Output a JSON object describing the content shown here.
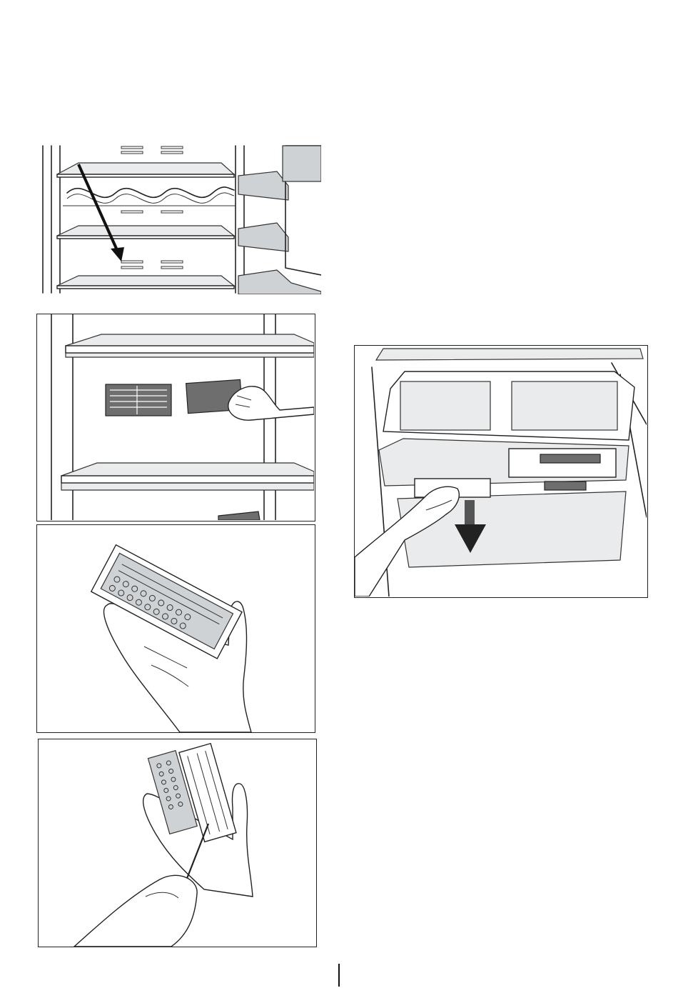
{
  "document": {
    "type": "appliance manual illustration page",
    "figures": [
      {
        "id": "fig-1",
        "icon": "fridge-shelf-reposition-illustration"
      },
      {
        "id": "fig-2",
        "icon": "filter-removal-illustration"
      },
      {
        "id": "fig-3",
        "icon": "filter-cartridge-in-hand-illustration"
      },
      {
        "id": "fig-4",
        "icon": "filter-opening-with-tool-illustration"
      },
      {
        "id": "fig-5",
        "icon": "crisper-drawer-removal-illustration"
      }
    ],
    "colors": {
      "line": "#222222",
      "glass": "#e9ebec",
      "accent": "#6e6e6e"
    }
  }
}
